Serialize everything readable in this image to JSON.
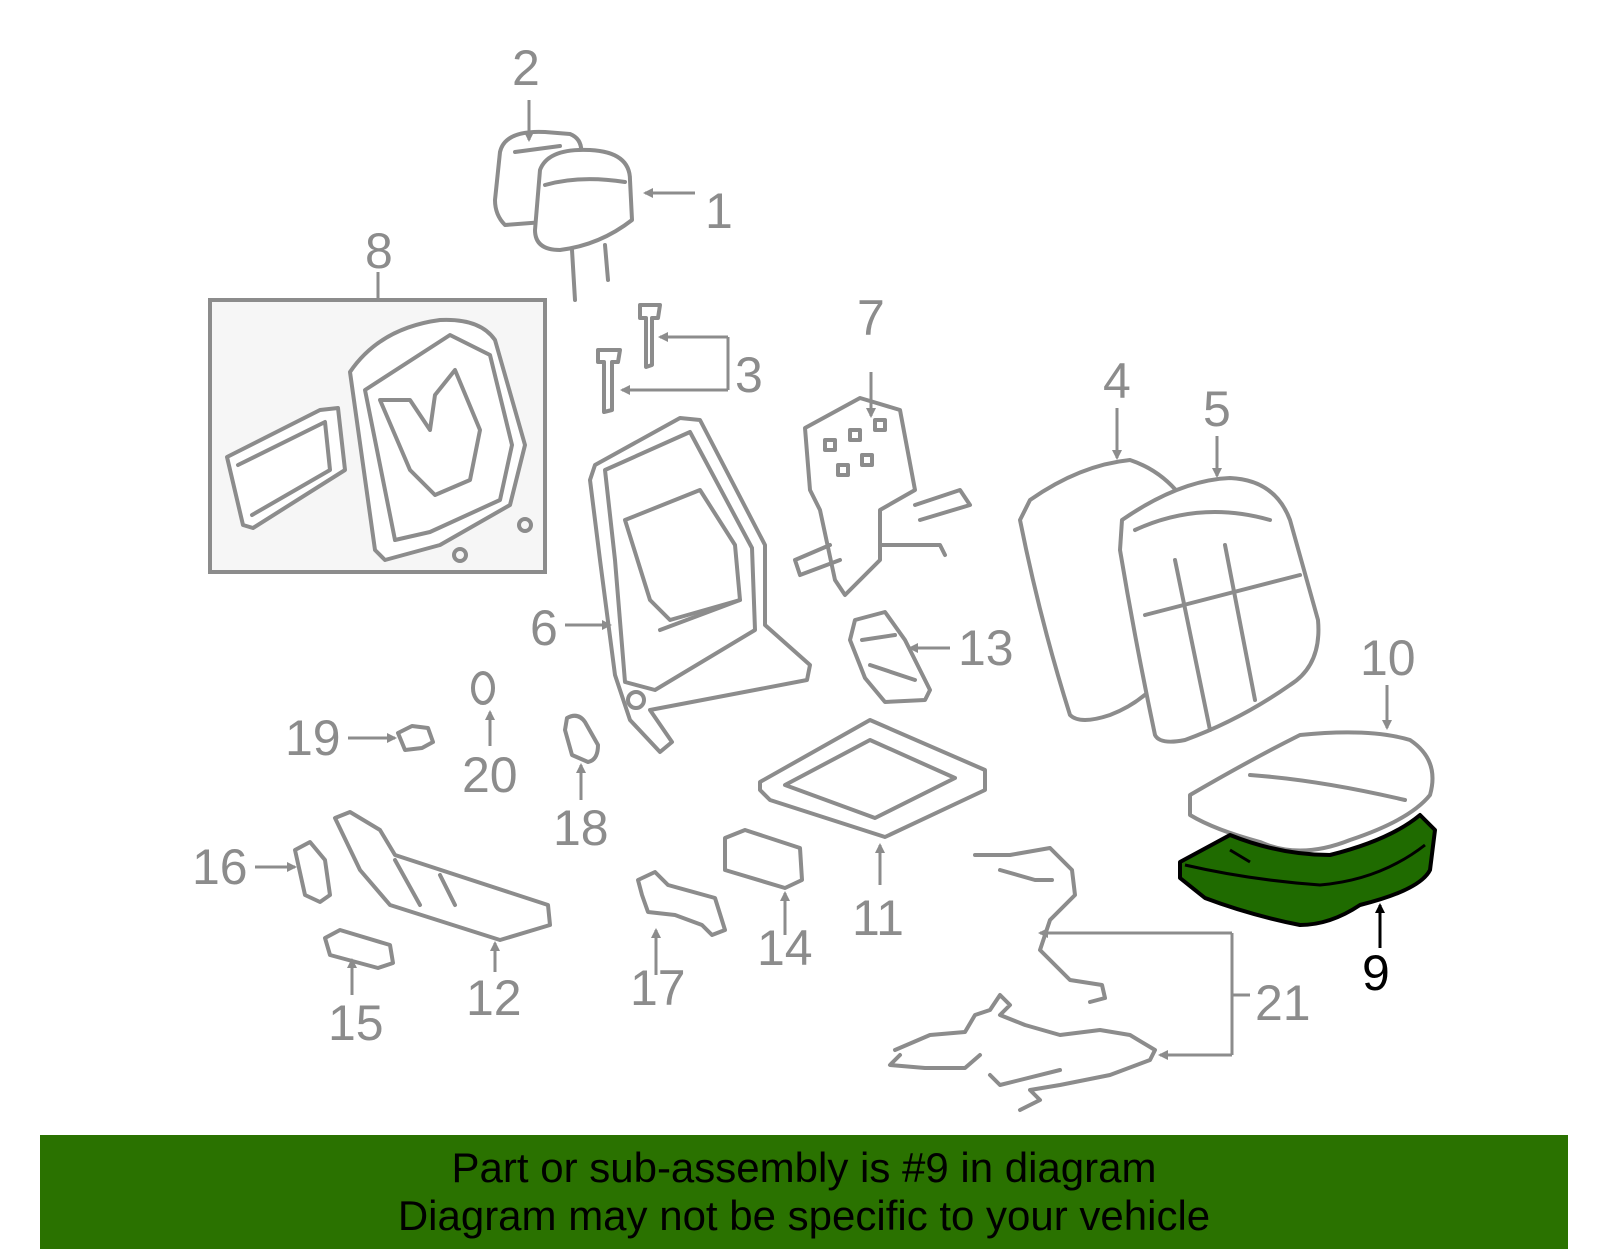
{
  "callouts": {
    "c1": "1",
    "c2": "2",
    "c3": "3",
    "c4": "4",
    "c5": "5",
    "c6": "6",
    "c7": "7",
    "c8": "8",
    "c9": "9",
    "c10": "10",
    "c11": "11",
    "c12": "12",
    "c13": "13",
    "c14": "14",
    "c15": "15",
    "c16": "16",
    "c17": "17",
    "c18": "18",
    "c19": "19",
    "c20": "20",
    "c21": "21"
  },
  "highlighted_part": "9",
  "colors": {
    "highlight": "#1f6b00",
    "banner": "#2a7200",
    "line": "#8c8c8c"
  },
  "banner": {
    "line1": "Part or sub-assembly is #9 in diagram",
    "line2": "Diagram may not be specific to your vehicle"
  }
}
